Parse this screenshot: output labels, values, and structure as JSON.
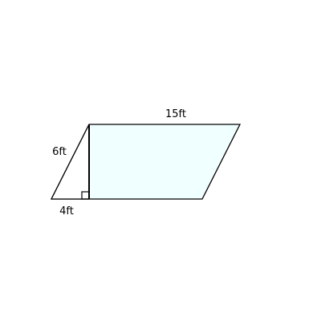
{
  "figure": {
    "shape": "parallelogram",
    "colors": {
      "fill": "#f0ffff",
      "stroke": "#000000",
      "text": "#000000"
    },
    "labels": {
      "top_side": "15ft",
      "slanted_side": "6ft",
      "bottom_offset": "4ft"
    },
    "right_angle_marker": true
  }
}
